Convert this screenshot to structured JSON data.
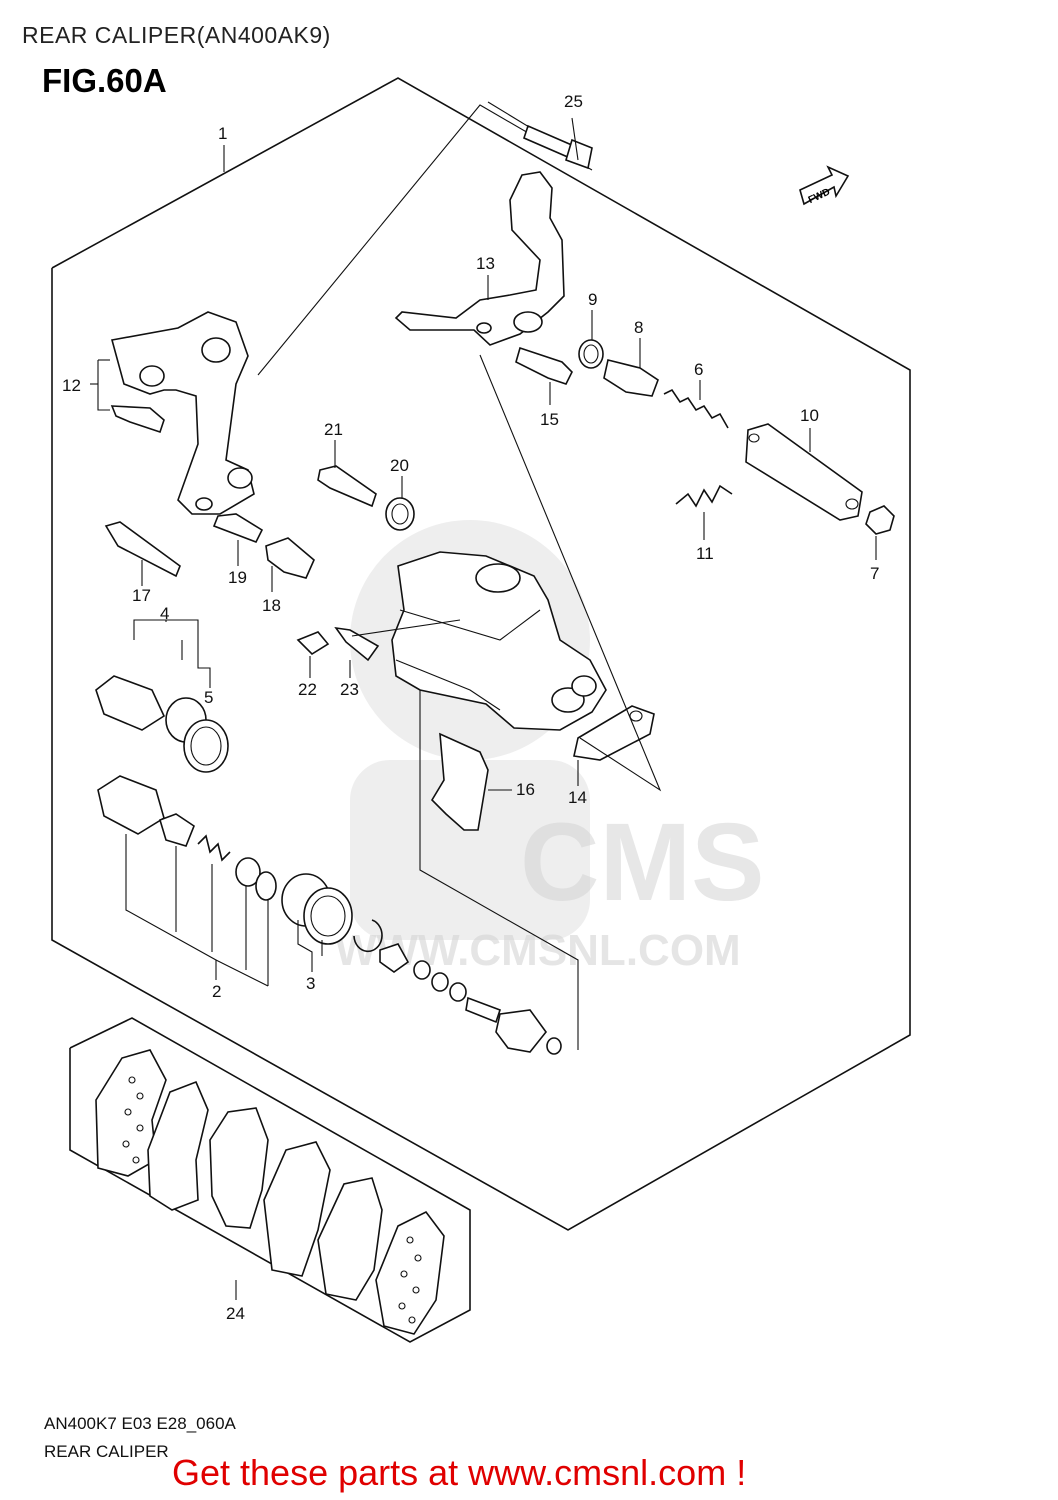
{
  "header": {
    "title": "REAR CALIPER(AN400AK9)",
    "figure": "FIG.60A"
  },
  "fwd_label": "FWD",
  "watermark": "CMS",
  "watermark_url": "WWW.CMSNL.COM",
  "callouts": [
    "1",
    "2",
    "3",
    "4",
    "5",
    "6",
    "7",
    "8",
    "9",
    "10",
    "11",
    "12",
    "13",
    "14",
    "15",
    "16",
    "17",
    "18",
    "19",
    "20",
    "21",
    "22",
    "23",
    "24",
    "25"
  ],
  "footer": {
    "code": "AN400K7 E03 E28_060A",
    "name": "REAR CALIPER",
    "promo": "Get these parts at www.cmsnl.com !"
  }
}
